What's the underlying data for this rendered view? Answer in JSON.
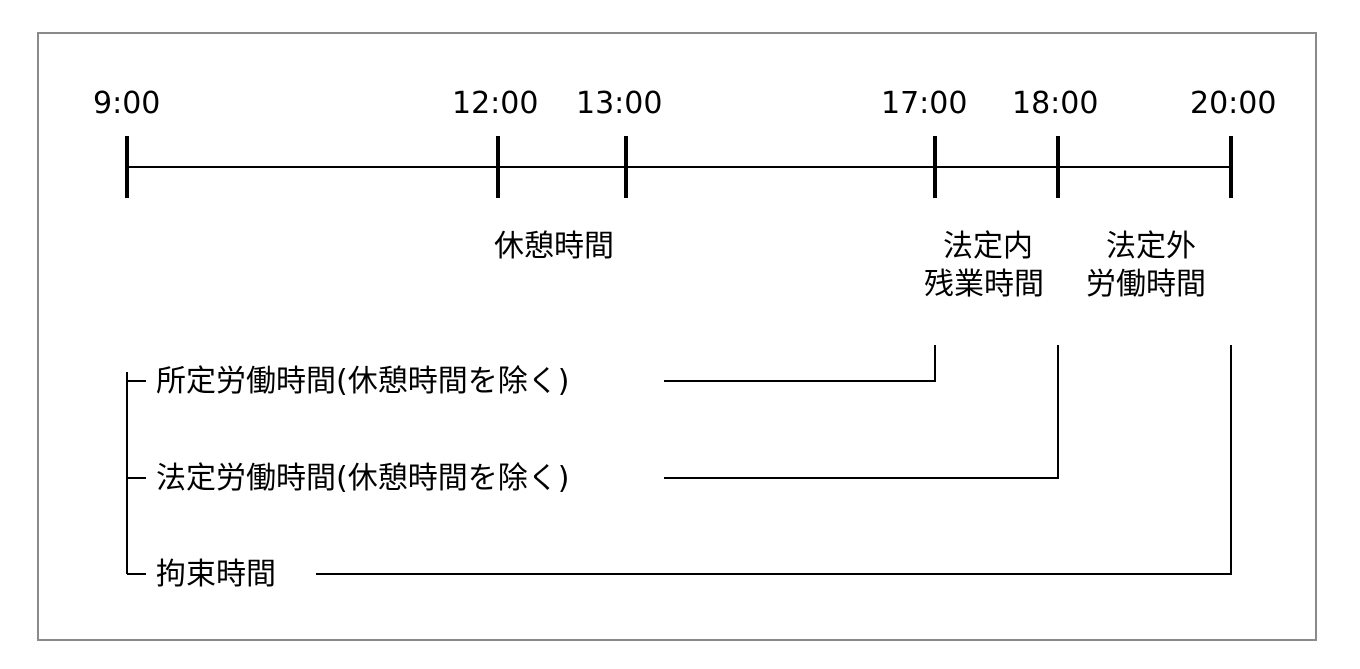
{
  "diagram": {
    "times": [
      "9:00",
      "12:00",
      "13:00",
      "17:00",
      "18:00",
      "20:00"
    ],
    "break_label": "休憩時間",
    "within_statutory_overtime": [
      "法定内",
      "残業時間"
    ],
    "beyond_statutory_work": [
      "法定外",
      "労働時間"
    ],
    "scheduled_working_hours": "所定労働時間(休憩時間を除く)",
    "statutory_working_hours": "法定労働時間(休憩時間を除く)",
    "restraint_time": "拘束時間"
  }
}
